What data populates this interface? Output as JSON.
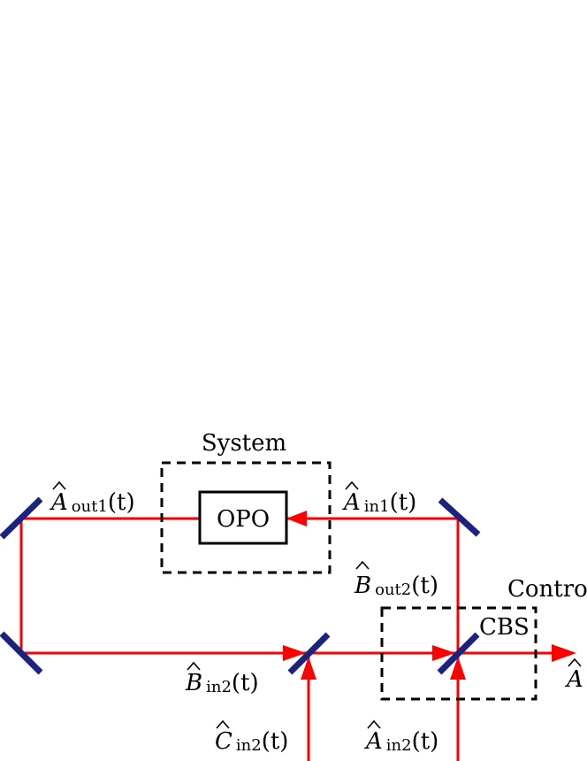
{
  "labels": {
    "system": "System",
    "opo": "OPO",
    "controller": "Controller",
    "cbs": "CBS"
  },
  "signals": {
    "a_out1": {
      "base": "A",
      "sub": "out1",
      "arg": "(t)"
    },
    "a_in1": {
      "base": "A",
      "sub": "in1",
      "arg": "(t)"
    },
    "b_out2": {
      "base": "B",
      "sub": "out2",
      "arg": "(t)"
    },
    "b_in2": {
      "base": "B",
      "sub": "in2",
      "arg": "(t)"
    },
    "c_in2": {
      "base": "C",
      "sub": "in2",
      "arg": "(t)"
    },
    "a_in2": {
      "base": "A",
      "sub": "in2",
      "arg": "(t)"
    },
    "a_out_partial": {
      "base": "A"
    }
  },
  "colors": {
    "beam": "#ff0000",
    "mirror": "#1a237e",
    "box": "#000000"
  }
}
